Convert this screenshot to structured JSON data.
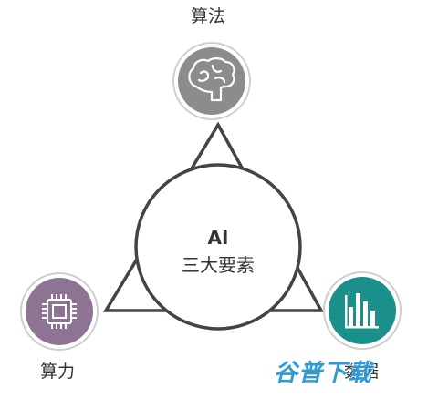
{
  "diagram": {
    "center_title": "AI",
    "center_subtitle": "三大要素",
    "nodes": [
      {
        "id": "algorithm",
        "label": "算法",
        "icon": "brain-icon",
        "color": "#8c8c8c"
      },
      {
        "id": "compute",
        "label": "算力",
        "icon": "chip-icon",
        "color": "#8e7493"
      },
      {
        "id": "data",
        "label": "数据",
        "icon": "bar-chart-icon",
        "color": "#1b8f8a"
      }
    ]
  },
  "watermark": {
    "text": "谷普下载",
    "color": "#2e9bd8"
  }
}
